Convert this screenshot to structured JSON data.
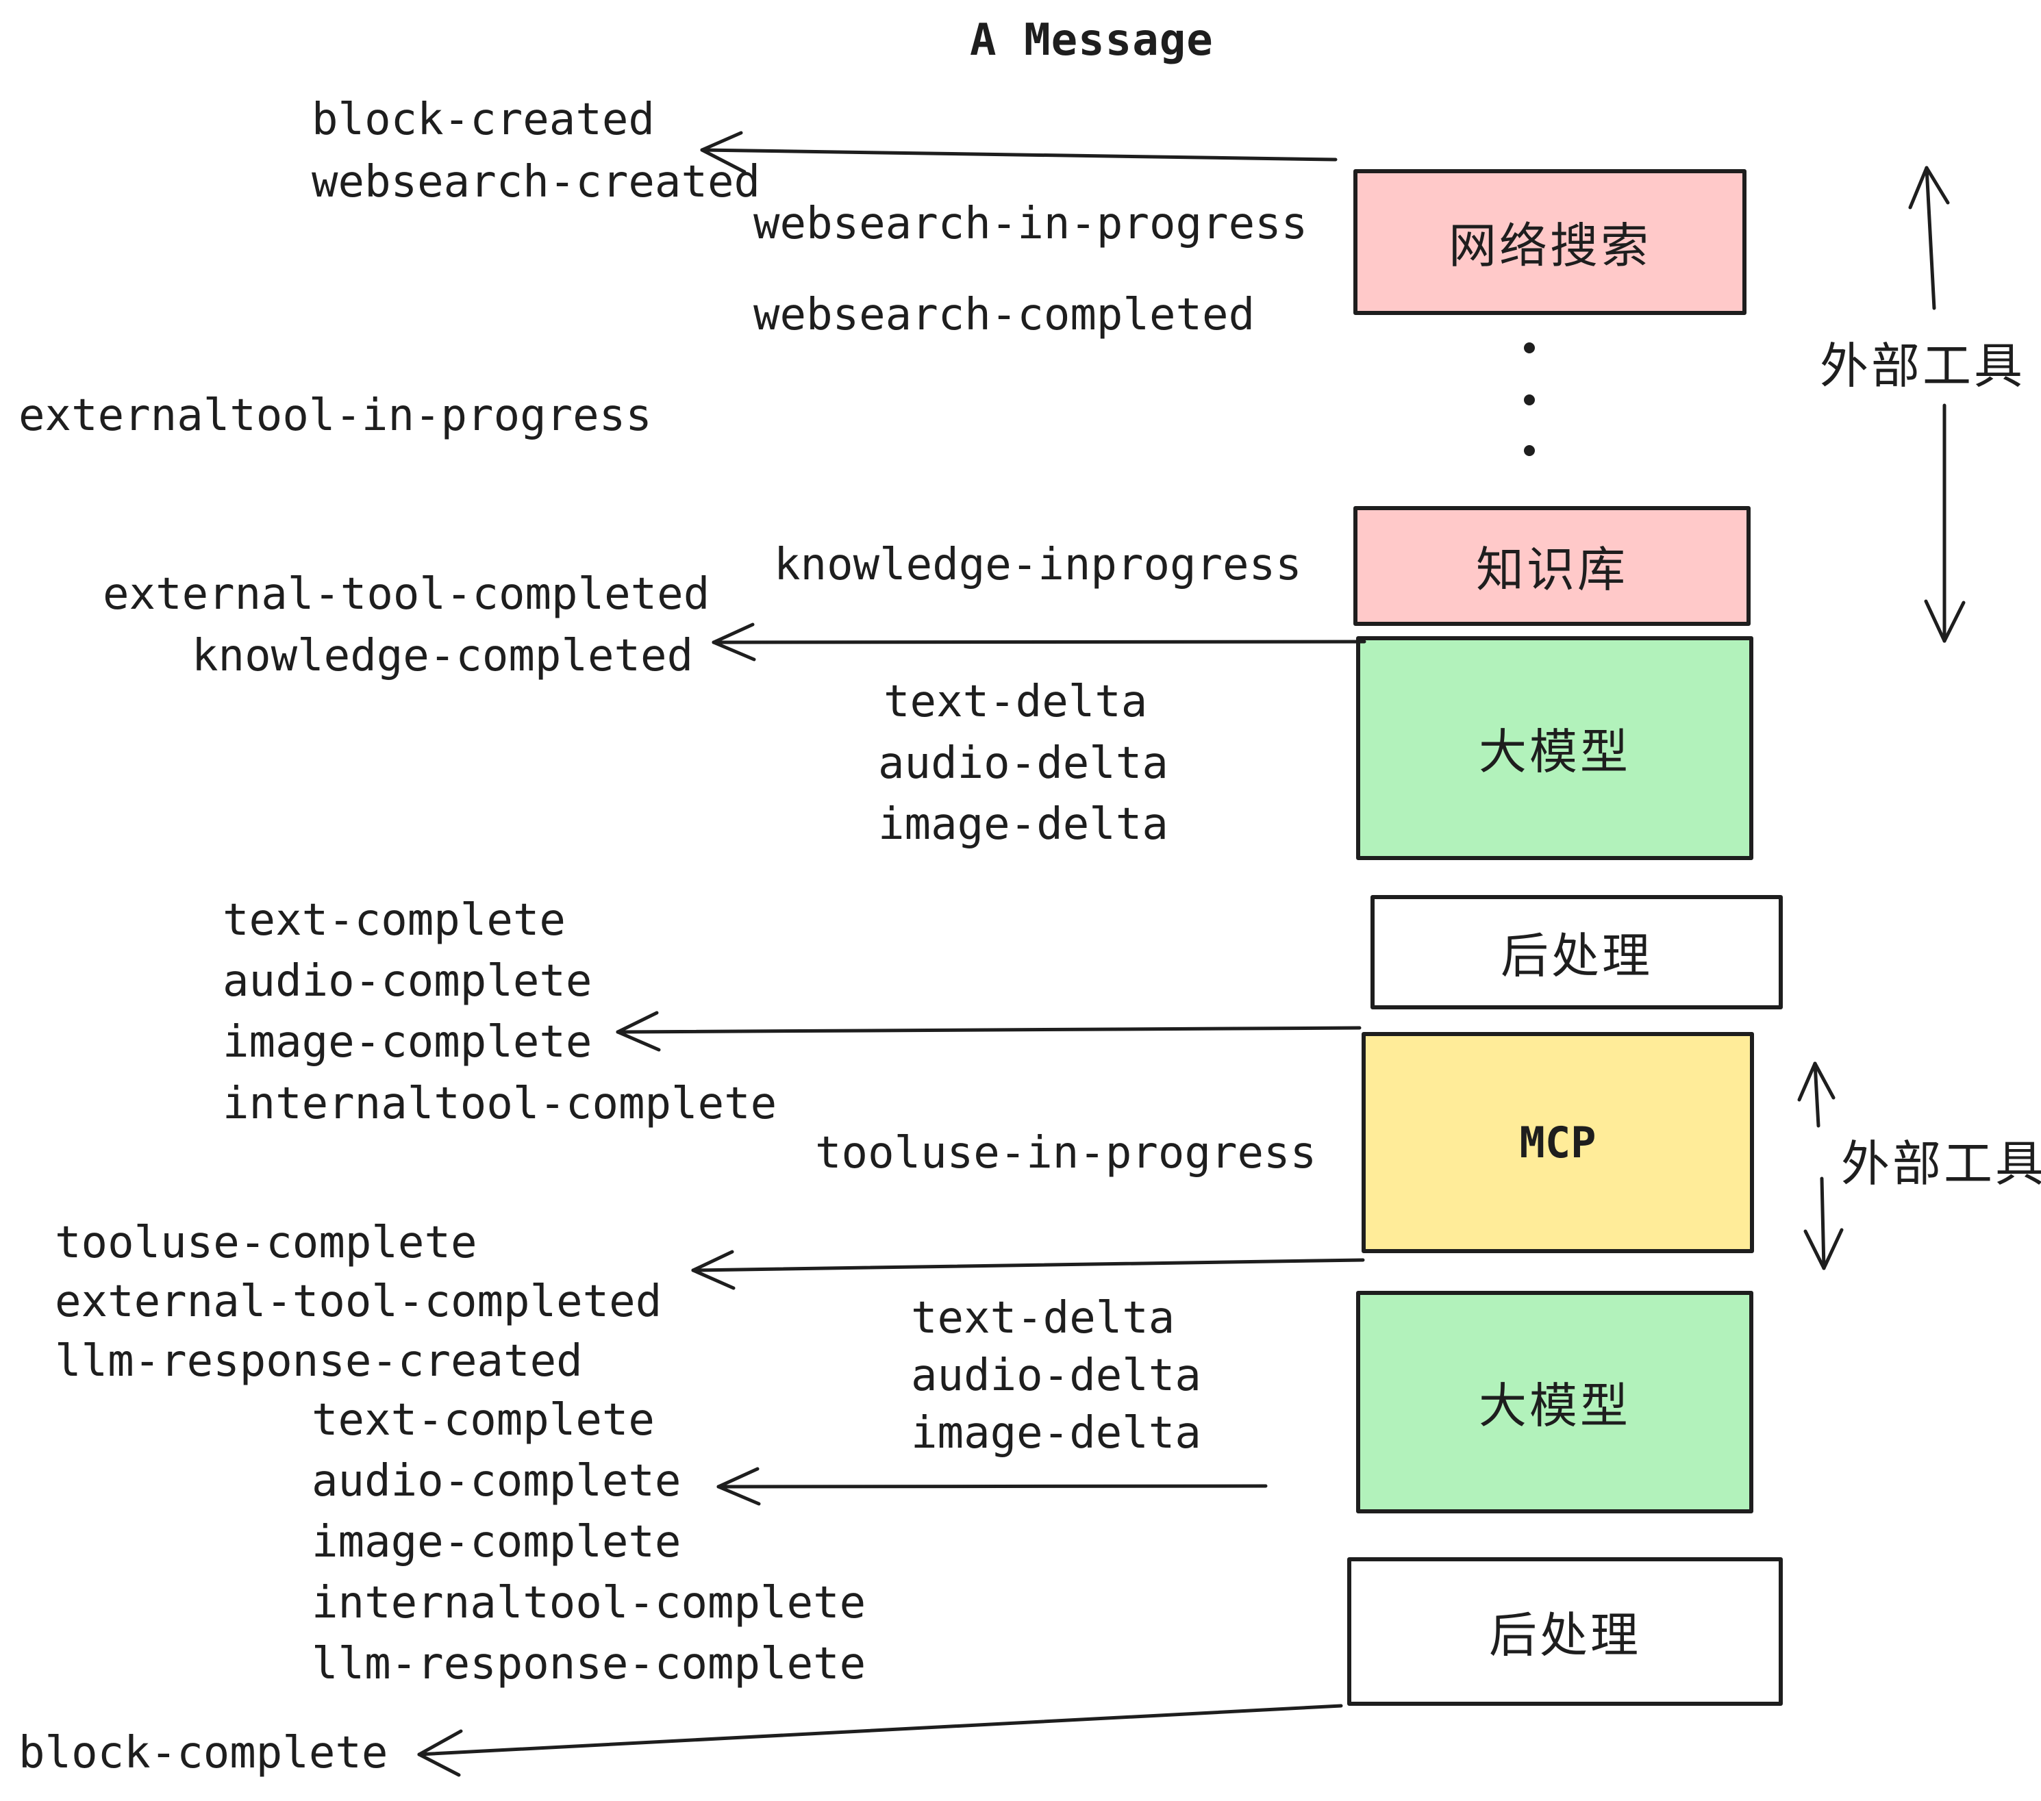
{
  "title": "A Message",
  "colors": {
    "ink": "#1e1e1e",
    "pink": "#ffc9c9",
    "green": "#b2f2bb",
    "yellow": "#ffec99",
    "white": "#ffffff"
  },
  "nodes": {
    "websearch": {
      "label": "网络搜索",
      "color": "#ffc9c9"
    },
    "knowledge": {
      "label": "知识库",
      "color": "#ffc9c9"
    },
    "llm1": {
      "label": "大模型",
      "color": "#b2f2bb"
    },
    "post1": {
      "label": "后处理",
      "color": "#ffffff"
    },
    "mcp": {
      "label": "MCP",
      "color": "#ffec99"
    },
    "llm2": {
      "label": "大模型",
      "color": "#b2f2bb"
    },
    "post2": {
      "label": "后处理",
      "color": "#ffffff"
    }
  },
  "side_labels": {
    "external_tools_top": "外部工具",
    "external_tools_mid": "外部工具"
  },
  "events": {
    "block_created": "block-created",
    "websearch_created": "websearch-created",
    "websearch_in_progress": "websearch-in-progress",
    "websearch_completed": "websearch-completed",
    "externaltool_in_progress": "externaltool-in-progress",
    "knowledge_inprogress": "knowledge-inprogress",
    "external_tool_completed_a": "external-tool-completed",
    "knowledge_completed": "knowledge-completed",
    "text_delta_a": "text-delta",
    "audio_delta_a": "audio-delta",
    "image_delta_a": "image-delta",
    "text_complete_a": "text-complete",
    "audio_complete_a": "audio-complete",
    "image_complete_a": "image-complete",
    "internaltool_complete_a": "internaltool-complete",
    "tooluse_in_progress": "tooluse-in-progress",
    "tooluse_complete": "tooluse-complete",
    "external_tool_completed_b": "external-tool-completed",
    "llm_response_created": "llm-response-created",
    "text_complete_b": "text-complete",
    "audio_complete_b": "audio-complete",
    "image_complete_b": "image-complete",
    "internaltool_complete_b": "internaltool-complete",
    "llm_response_complete": "llm-response-complete",
    "block_complete": "block-complete",
    "text_delta_b": "text-delta",
    "audio_delta_b": "audio-delta",
    "image_delta_b": "image-delta"
  }
}
